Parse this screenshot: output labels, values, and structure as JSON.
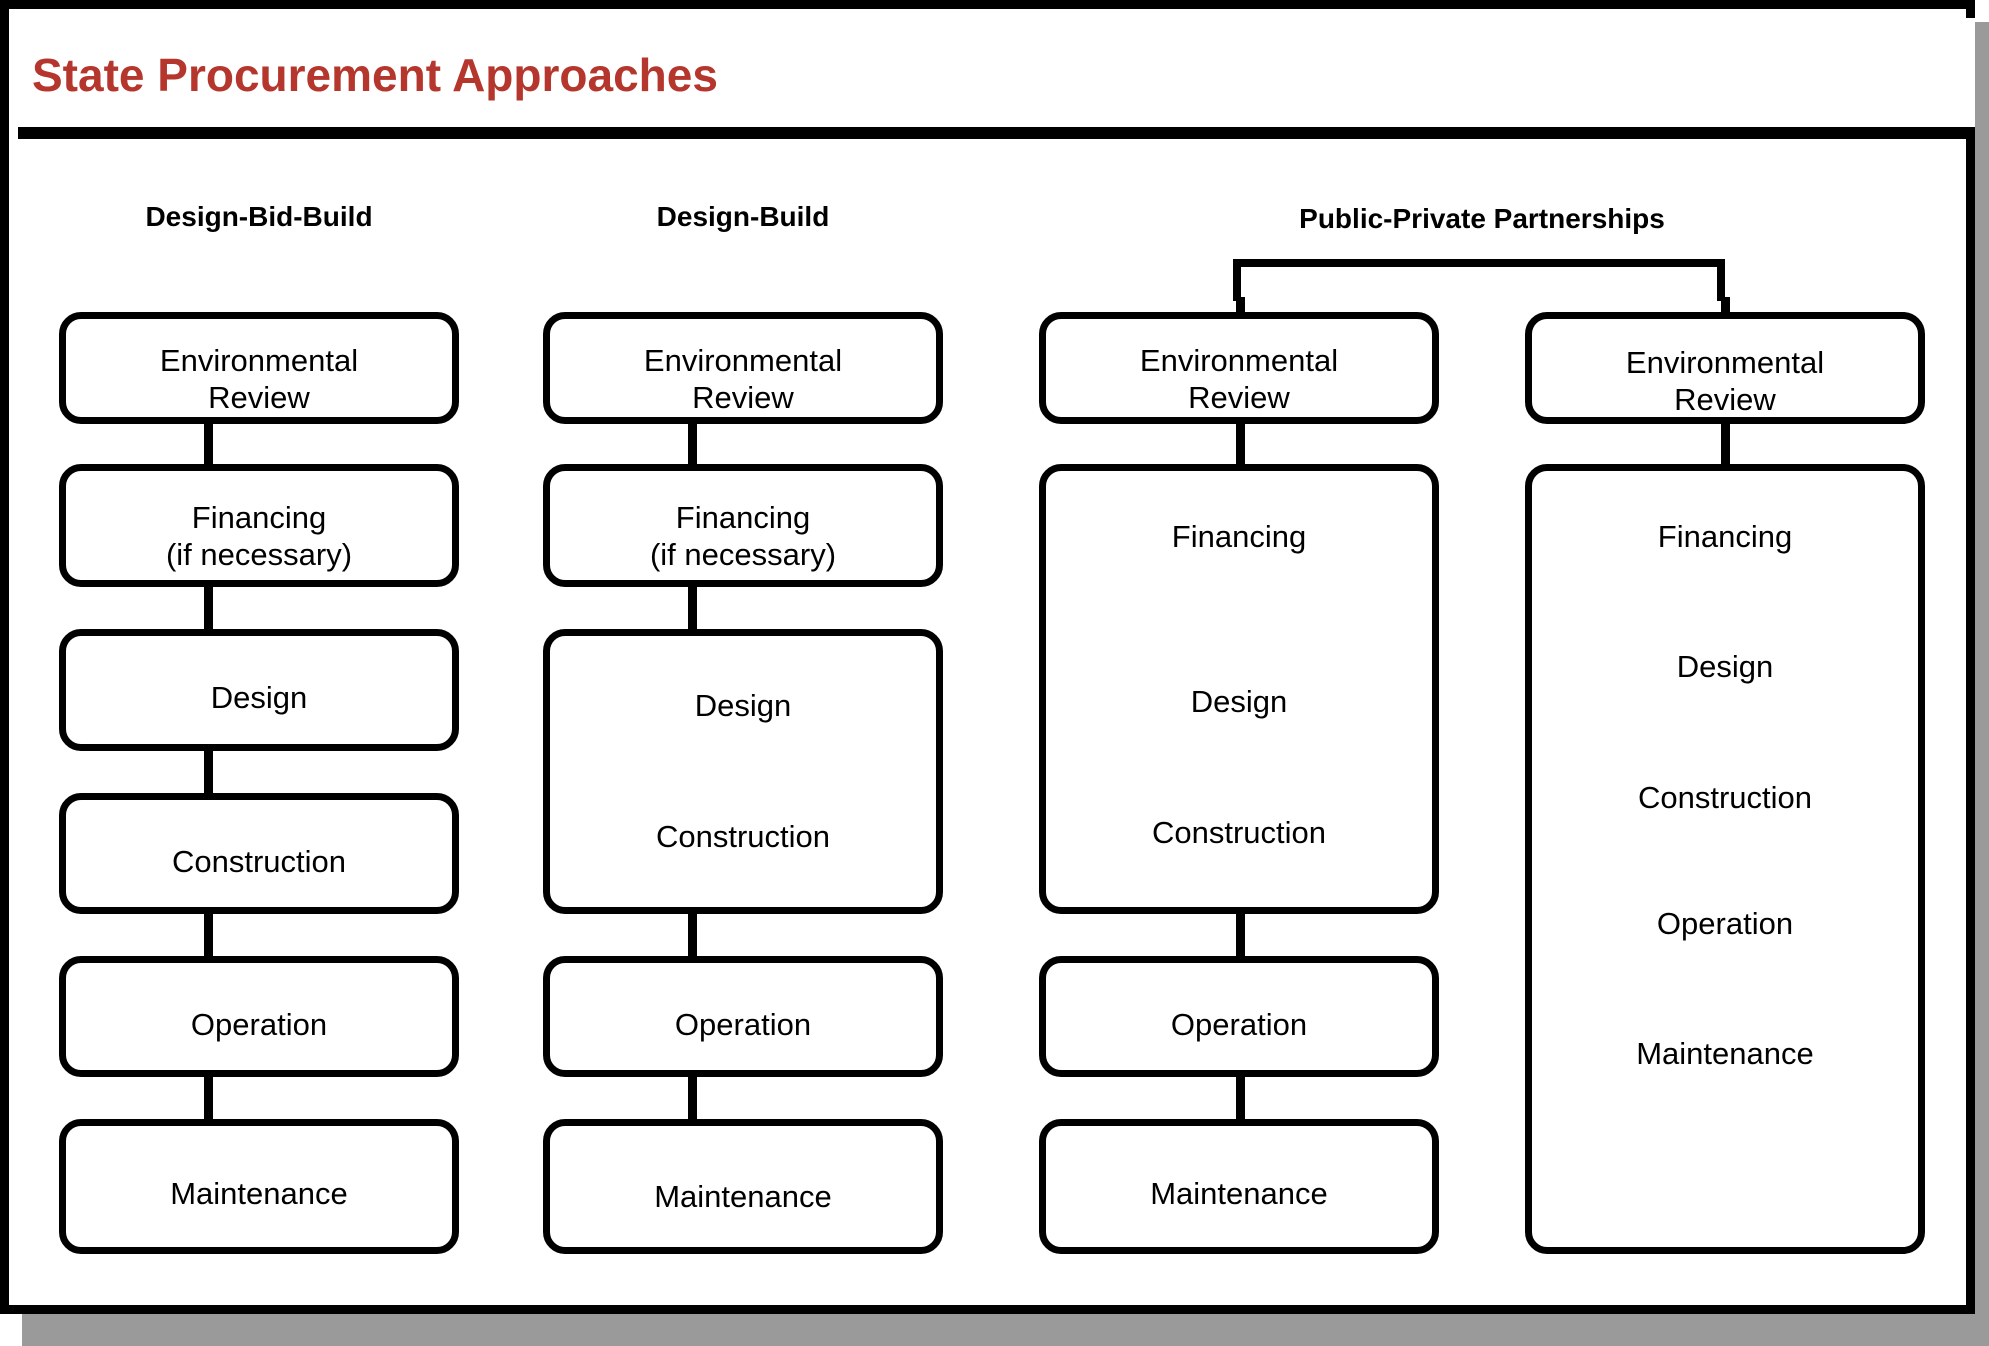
{
  "page": {
    "title": "State Procurement Approaches",
    "title_color": "#b5362c",
    "background": "#ffffff",
    "frame_color": "#000000",
    "shadow_color": "#9a9a9a"
  },
  "diagram": {
    "type": "process-flow-comparison",
    "bracket_label_for": "Public-Private Partnerships",
    "columns": [
      {
        "id": "design-bid-build",
        "header": "Design-Bid-Build",
        "boxes": [
          {
            "id": "dbb-env",
            "label": "Environmental\nReview"
          },
          {
            "id": "dbb-fin",
            "label": "Financing\n(if necessary)"
          },
          {
            "id": "dbb-design",
            "label": "Design"
          },
          {
            "id": "dbb-const",
            "label": "Construction"
          },
          {
            "id": "dbb-oper",
            "label": "Operation"
          },
          {
            "id": "dbb-maint",
            "label": "Maintenance"
          }
        ]
      },
      {
        "id": "design-build",
        "header": "Design-Build",
        "boxes": [
          {
            "id": "db-env",
            "label": "Environmental\nReview"
          },
          {
            "id": "db-fin",
            "label": "Financing\n(if necessary)"
          },
          {
            "id": "db-dc",
            "label": "Design",
            "label2": "Construction"
          },
          {
            "id": "db-oper",
            "label": "Operation"
          },
          {
            "id": "db-maint",
            "label": "Maintenance"
          }
        ]
      },
      {
        "id": "ppp-1",
        "header": "Public-Private Partnerships",
        "boxes": [
          {
            "id": "p1-env",
            "label": "Environmental\nReview"
          },
          {
            "id": "p1-fdc",
            "label": "Financing",
            "label2": "Design",
            "label3": "Construction"
          },
          {
            "id": "p1-oper",
            "label": "Operation"
          },
          {
            "id": "p1-maint",
            "label": "Maintenance"
          }
        ]
      },
      {
        "id": "ppp-2",
        "header": "",
        "boxes": [
          {
            "id": "p2-env",
            "label": "Environmental\nReview"
          },
          {
            "id": "p2-all",
            "label": "Financing",
            "label2": "Design",
            "label3": "Construction",
            "label4": "Operation",
            "label5": "Maintenance"
          }
        ]
      }
    ]
  }
}
